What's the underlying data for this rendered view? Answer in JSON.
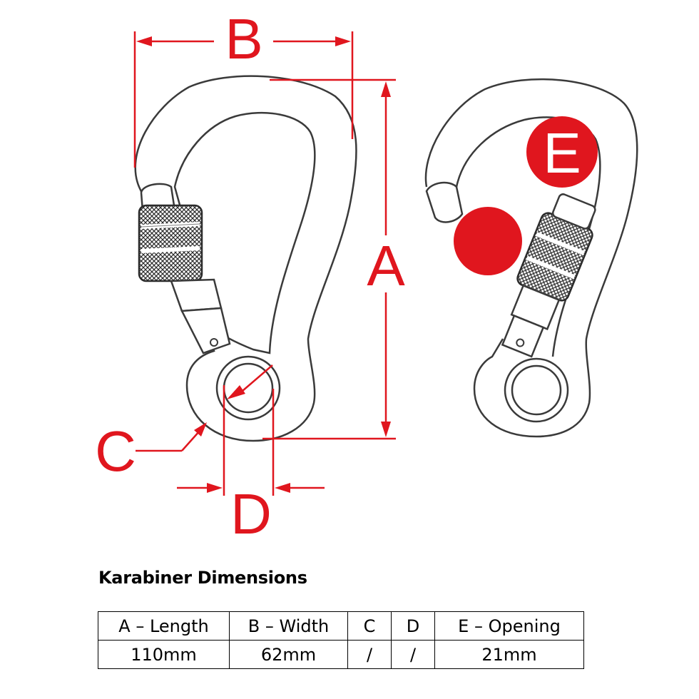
{
  "diagram": {
    "labels": {
      "a": "A",
      "b": "B",
      "c": "C",
      "d": "D",
      "e": "E"
    },
    "colors": {
      "dimension": "#e0161e",
      "outline": "#3a3a3a",
      "fill": "#ffffff"
    }
  },
  "table": {
    "title": "Karabiner Dimensions",
    "headers": [
      "A – Length",
      "B – Width",
      "C",
      "D",
      "E – Opening"
    ],
    "values": [
      "110mm",
      "62mm",
      "/",
      "/",
      "21mm"
    ]
  }
}
